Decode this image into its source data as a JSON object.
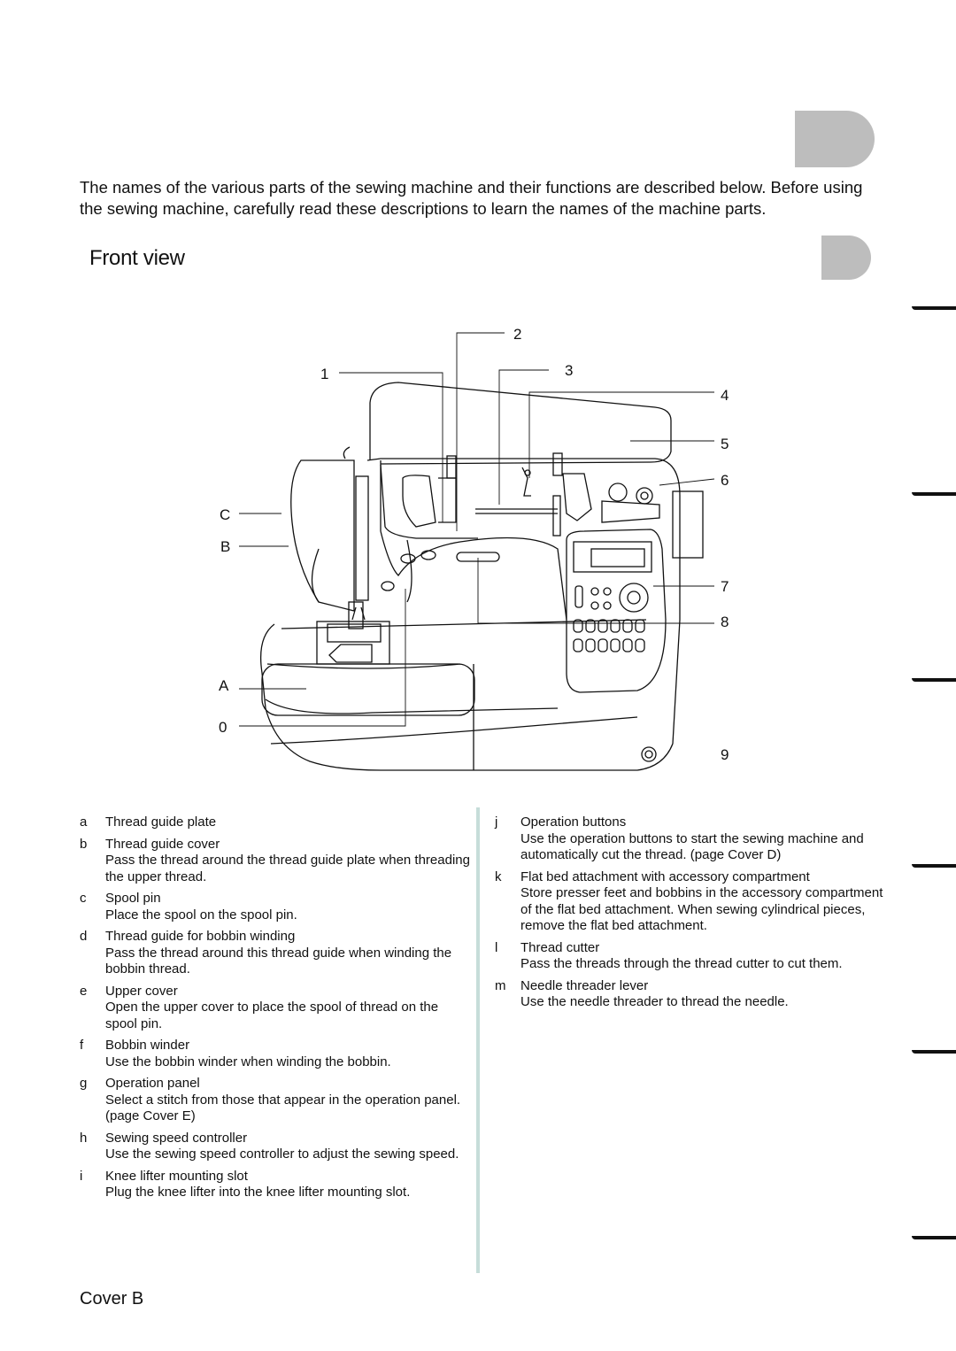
{
  "intro": "The names of the various parts of the sewing machine and their functions are described below. Before using the sewing machine, carefully read these descriptions to learn the names of the machine parts.",
  "section_title": "Front view",
  "callouts": [
    "1",
    "2",
    "3",
    "4",
    "5",
    "6",
    "7",
    "8",
    "9",
    "0",
    "A",
    "B",
    "C"
  ],
  "parts_left": [
    {
      "key": "a",
      "name": "Thread guide plate",
      "desc": ""
    },
    {
      "key": "b",
      "name": "Thread guide cover",
      "desc": "Pass the thread around the thread guide plate when threading the upper thread."
    },
    {
      "key": "c",
      "name": "Spool pin",
      "desc": "Place the spool on the spool pin."
    },
    {
      "key": "d",
      "name": "Thread guide for bobbin winding",
      "desc": "Pass the thread around this thread guide when winding the bobbin thread."
    },
    {
      "key": "e",
      "name": "Upper cover",
      "desc": "Open the upper cover to place the spool of thread on the spool pin."
    },
    {
      "key": "f",
      "name": "Bobbin winder",
      "desc": "Use the bobbin winder when winding the bobbin."
    },
    {
      "key": "g",
      "name": "Operation panel",
      "desc": "Select a stitch from those that appear in the operation panel. (page Cover E)"
    },
    {
      "key": "h",
      "name": "Sewing speed controller",
      "desc": "Use the sewing speed controller to adjust the sewing speed."
    },
    {
      "key": "i",
      "name": "Knee lifter mounting slot",
      "desc": "Plug the knee lifter into the knee lifter mounting slot."
    }
  ],
  "parts_right": [
    {
      "key": "j",
      "name": "Operation buttons",
      "desc": "Use the operation buttons to start the sewing machine and automatically cut the thread. (page Cover D)"
    },
    {
      "key": "k",
      "name": "Flat bed attachment with accessory compartment",
      "desc": "Store presser feet and bobbins in the accessory compartment of the flat bed attachment. When sewing cylindrical pieces, remove the flat bed attachment."
    },
    {
      "key": "l",
      "name": "Thread cutter",
      "desc": "Pass the threads through the thread cutter to cut them."
    },
    {
      "key": "m",
      "name": "Needle threader lever",
      "desc": "Use the needle threader to thread the needle."
    }
  ],
  "footer": "Cover B"
}
